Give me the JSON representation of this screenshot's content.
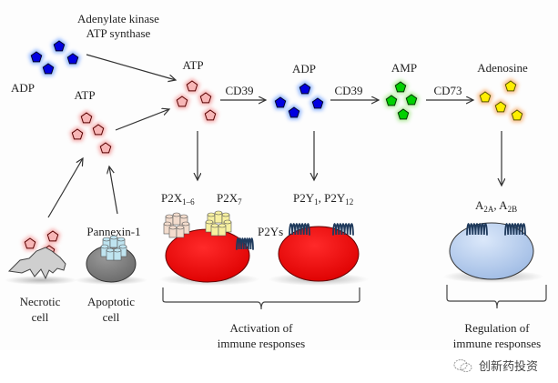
{
  "labels": {
    "enzymes_top": [
      "Adenylate kinase",
      "ATP synthase"
    ],
    "adp_left": "ADP",
    "atp_left": "ATP",
    "atp_center": "ATP",
    "adp_center": "ADP",
    "amp": "AMP",
    "adenosine": "Adenosine",
    "cd39_1": "CD39",
    "cd39_2": "CD39",
    "cd73": "CD73",
    "pannexin": "Pannexin-1",
    "necrotic": [
      "Necrotic",
      "cell"
    ],
    "apoptotic": [
      "Apoptotic",
      "cell"
    ],
    "p2x16_main": "P2X",
    "p2x16_sub": "1–6",
    "p2x7_main": "P2X",
    "p2x7_sub": "7",
    "p2ys": "P2Ys",
    "p2y1_main": "P2Y",
    "p2y1_sub": "1",
    "p2y12_main": ", P2Y",
    "p2y12_sub": "12",
    "a2a_main": "A",
    "a2a_sub": "2A",
    "a2b_main": ", A",
    "a2b_sub": "2B",
    "activation": [
      "Activation of",
      "immune responses"
    ],
    "regulation": [
      "Regulation of",
      "immune responses"
    ]
  },
  "watermark": {
    "text": "创新药投资",
    "icon": "wechat-icon"
  },
  "colors": {
    "atp_fill": "#f7b6b6",
    "atp_glow": "#f4a0a0",
    "adp_fill": "#0000e0",
    "adp_glow": "#7aa8ff",
    "amp_fill": "#00d000",
    "amp_glow": "#a8e890",
    "adenosine_fill": "#ffee00",
    "adenosine_glow": "#f8b070",
    "p2_cell": "#ee0000",
    "a2_cell": "#b8cfee"
  }
}
